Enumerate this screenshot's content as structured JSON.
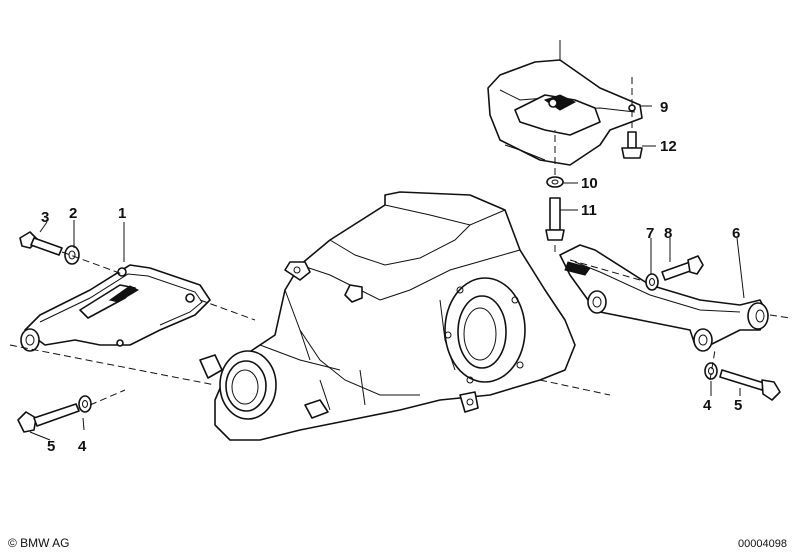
{
  "callouts": {
    "c1": "1",
    "c2": "2",
    "c3": "3",
    "c4a": "4",
    "c5a": "5",
    "c6": "6",
    "c7": "7",
    "c8": "8",
    "c9": "9",
    "c10": "10",
    "c11": "11",
    "c12": "12",
    "c4b": "4",
    "c5b": "5"
  },
  "footer": {
    "copyright": "© BMW AG",
    "document_number": "00004098"
  }
}
